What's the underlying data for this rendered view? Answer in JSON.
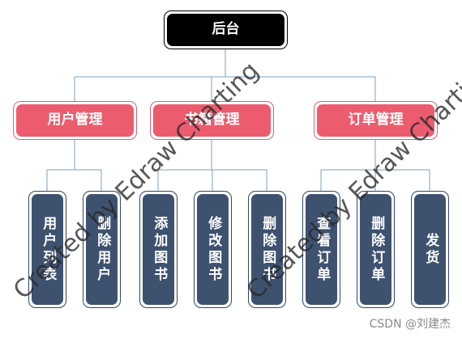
{
  "diagram": {
    "root": {
      "label": "后台"
    },
    "groups": [
      {
        "label": "用户管理",
        "children": [
          "用户列表",
          "删除用户"
        ]
      },
      {
        "label": "书籍管理",
        "children": [
          "添加图书",
          "修改图书",
          "删除图书"
        ]
      },
      {
        "label": "订单管理",
        "children": [
          "查看订单",
          "删除订单",
          "发货"
        ]
      }
    ]
  },
  "watermarks": [
    "Created by Edraw Charting",
    "Created by Edraw Charting"
  ],
  "credit": "CSDN @刘建杰",
  "colors": {
    "root": "#000000",
    "group": "#ec5c6e",
    "leaf": "#3e5270",
    "connector": "#7aa0c4"
  }
}
